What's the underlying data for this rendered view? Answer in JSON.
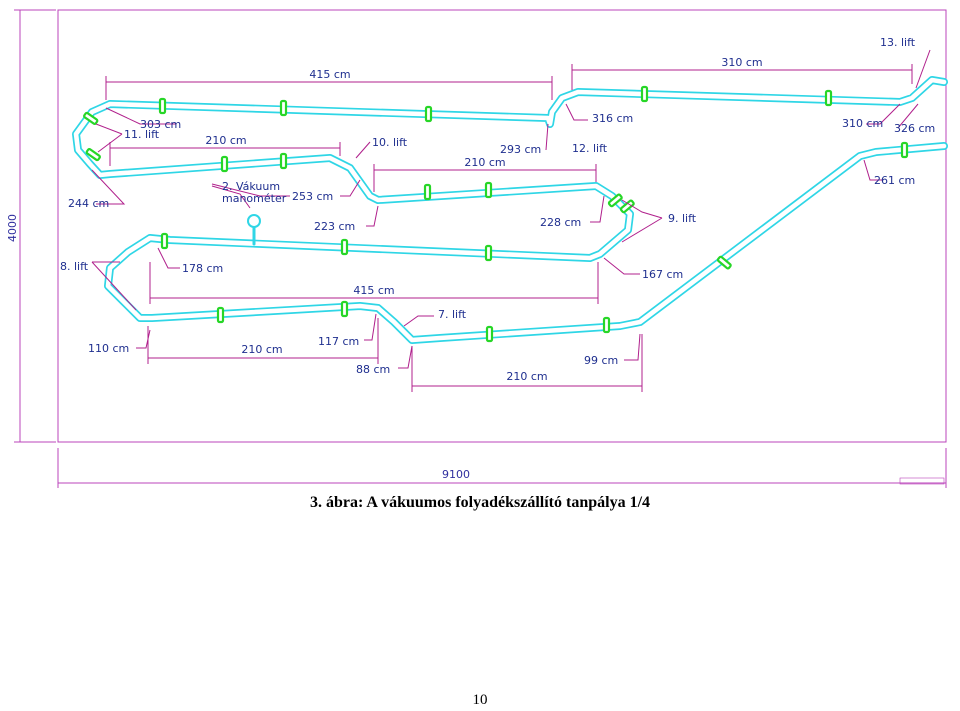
{
  "colors": {
    "pipe": "#2fd6e6",
    "joint": "#27d627",
    "leader": "#b0208c",
    "frame": "#bb44bb",
    "text": "#1f2f8f"
  },
  "frame": {
    "width_label": "9100",
    "height_label": "4000"
  },
  "lifts": {
    "l7": "7. lift",
    "l8": "8. lift",
    "l9": "9. lift",
    "l10": "10. lift",
    "l11": "11. lift",
    "l12": "12. lift",
    "l13": "13. lift"
  },
  "manometer": {
    "line1": "2. Vákuum",
    "line2": "manométer"
  },
  "dims": {
    "d415_top": "415 cm",
    "d310_top": "310 cm",
    "d303": "303 cm",
    "d210_a": "210 cm",
    "d293": "293 cm",
    "d316": "316 cm",
    "d310_right": "310 cm",
    "d326": "326 cm",
    "d244": "244 cm",
    "d253": "253 cm",
    "d210_b": "210 cm",
    "d223": "223 cm",
    "d228": "228 cm",
    "d261": "261 cm",
    "d178": "178 cm",
    "d167": "167 cm",
    "d415_mid": "415 cm",
    "d110": "110 cm",
    "d210_c": "210 cm",
    "d117": "117 cm",
    "d88": "88 cm",
    "d99": "99 cm",
    "d210_d": "210 cm"
  },
  "caption": "3. ábra: A vákuumos folyadékszállító tanpálya 1/4",
  "page_number": "10"
}
